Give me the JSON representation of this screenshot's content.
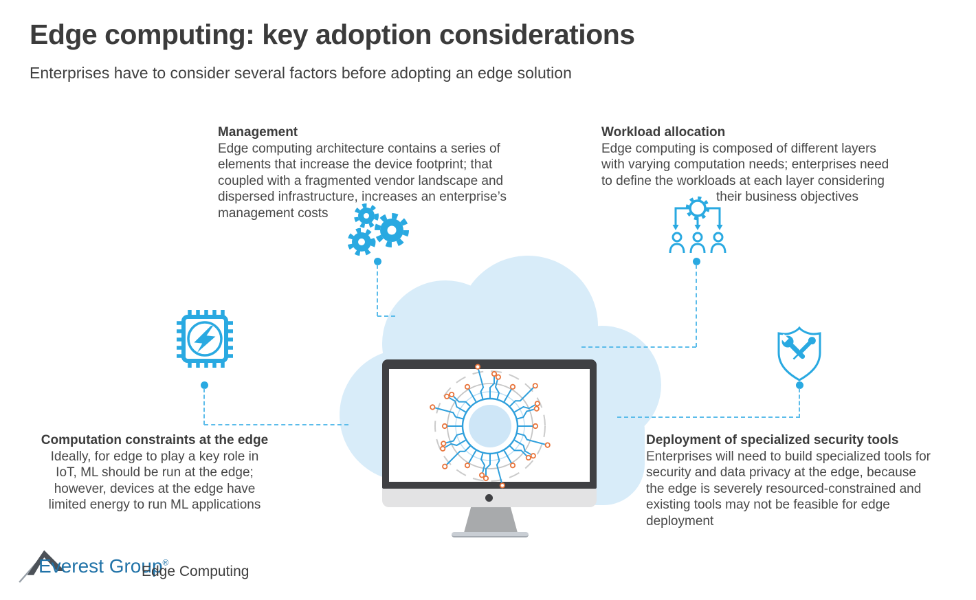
{
  "header": {
    "title": "Edge computing: key adoption considerations",
    "subtitle": "Enterprises have to consider several factors before adopting an edge solution"
  },
  "sections": {
    "management": {
      "heading": "Management",
      "lines": [
        "Edge computing architecture contains a series of",
        "elements that increase the device footprint; that",
        "coupled with a fragmented vendor landscape and",
        "dispersed infrastructure, increases an enterprise’s",
        "management costs"
      ]
    },
    "workload": {
      "heading": "Workload allocation",
      "lines": [
        "Edge computing is composed of different layers",
        "with varying computation needs; enterprises need",
        "to define the workloads at each layer considering",
        "their business objectives"
      ]
    },
    "computation": {
      "heading": "Computation constraints at the edge",
      "lines": [
        "Ideally, for edge to play a key role in",
        "IoT, ML should be run at the edge;",
        "however, devices at the edge have",
        "limited energy to run ML applications"
      ]
    },
    "security": {
      "heading": "Deployment of specialized security tools",
      "lines": [
        "Enterprises will need to build specialized tools for",
        "security and data privacy at the edge, because",
        "the edge is severely resourced-constrained and",
        "existing tools may not be feasible for edge",
        "deployment"
      ]
    }
  },
  "footer": {
    "brand": "Everest Group",
    "registered": "®",
    "product": "Edge Computing"
  },
  "icons": {
    "management": "gears-icon",
    "workload": "workload-distribution-icon",
    "computation": "chip-lightning-icon",
    "security": "shield-tools-icon",
    "center": "monitor-with-circuit-brain",
    "background": "cloud-shape",
    "logo": "mountain-peak-icon"
  },
  "colors": {
    "accent_blue": "#29a9e1",
    "dash_blue": "#5bbcea",
    "cloud_blue": "#d8ecf9",
    "circuit_orange": "#e8743b",
    "text_dark": "#3c3c3c",
    "brand_blue": "#2173a8",
    "monitor_gray": "#3f4043"
  }
}
